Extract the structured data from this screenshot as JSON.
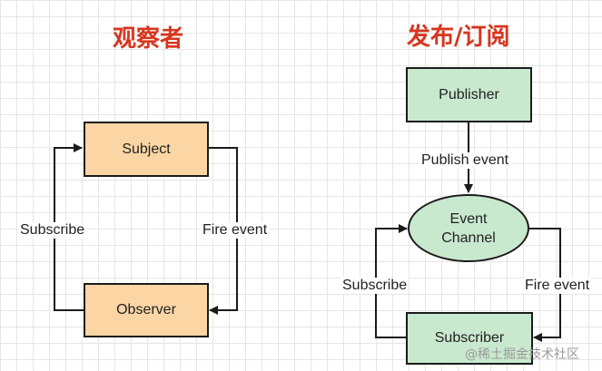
{
  "left": {
    "title": "观察者",
    "subject": "Subject",
    "observer": "Observer",
    "subscribe": "Subscribe",
    "fire_event": "Fire event"
  },
  "right": {
    "title": "发布/订阅",
    "publisher": "Publisher",
    "publish_event": "Publish event",
    "event_channel_line1": "Event",
    "event_channel_line2": "Channel",
    "subscriber": "Subscriber",
    "subscribe": "Subscribe",
    "fire_event": "Fire event"
  },
  "watermark": "@稀土掘金技术社区",
  "colors": {
    "title": "#d6361f",
    "observer_boxes": "#fbd6a4",
    "pubsub_boxes": "#c9e9cf"
  }
}
